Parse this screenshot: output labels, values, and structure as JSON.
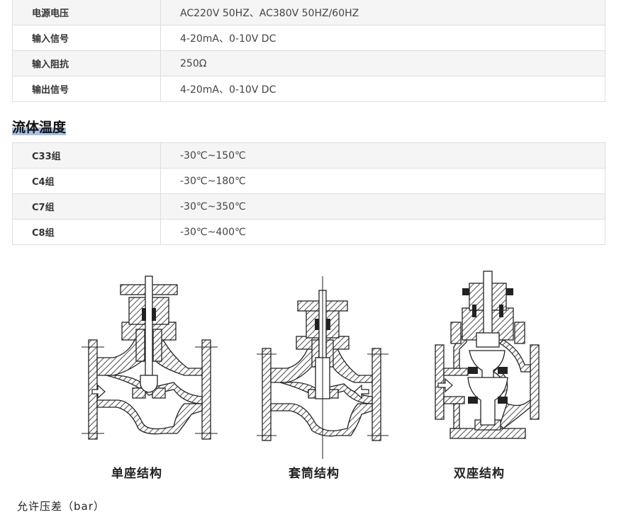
{
  "electrical_table": {
    "rows": [
      {
        "label": "电源电压",
        "value": "AC220V 50HZ、AC380V 50HZ/60HZ"
      },
      {
        "label": "输入信号",
        "value": "4-20mA、0-10V DC"
      },
      {
        "label": "输入阻抗",
        "value": "250Ω"
      },
      {
        "label": "输出信号",
        "value": "4-20mA、0-10V DC"
      }
    ]
  },
  "fluid_temperature": {
    "heading": "流体温度",
    "rows": [
      {
        "label": "C33组",
        "value": "-30℃~150℃"
      },
      {
        "label": "C4组",
        "value": "-30℃~180℃"
      },
      {
        "label": "C7组",
        "value": "-30℃~350℃"
      },
      {
        "label": "C8组",
        "value": "-30℃~400℃"
      }
    ]
  },
  "structures": {
    "items": [
      {
        "caption": "单座结构",
        "flow_direction": "right"
      },
      {
        "caption": "套筒结构",
        "flow_direction": "left"
      },
      {
        "caption": "双座结构",
        "flow_direction": "right"
      }
    ]
  },
  "pressure_diff": {
    "label": "允许压差（bar）"
  }
}
